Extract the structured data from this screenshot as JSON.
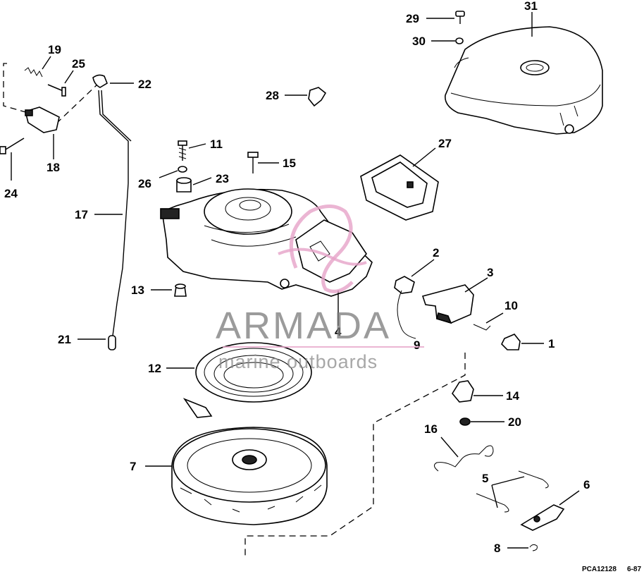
{
  "callouts": {
    "n1": "1",
    "n2": "2",
    "n3": "3",
    "n4": "4",
    "n5": "5",
    "n6": "6",
    "n7": "7",
    "n8": "8",
    "n9": "9",
    "n10": "10",
    "n11": "11",
    "n12": "12",
    "n13": "13",
    "n14": "14",
    "n15": "15",
    "n16": "16",
    "n17": "17",
    "n18": "18",
    "n19": "19",
    "n20": "20",
    "n21": "21",
    "n22": "22",
    "n23": "23",
    "n24": "24",
    "n25": "25",
    "n26": "26",
    "n27": "27",
    "n28": "28",
    "n29": "29",
    "n30": "30",
    "n31": "31"
  },
  "watermark": {
    "brand": "ARMADA",
    "tagline": "marine outboards",
    "accent_color": "#e6a3c8"
  },
  "footer": {
    "drawing_code": "PCA12128",
    "date_code": "6-87"
  }
}
